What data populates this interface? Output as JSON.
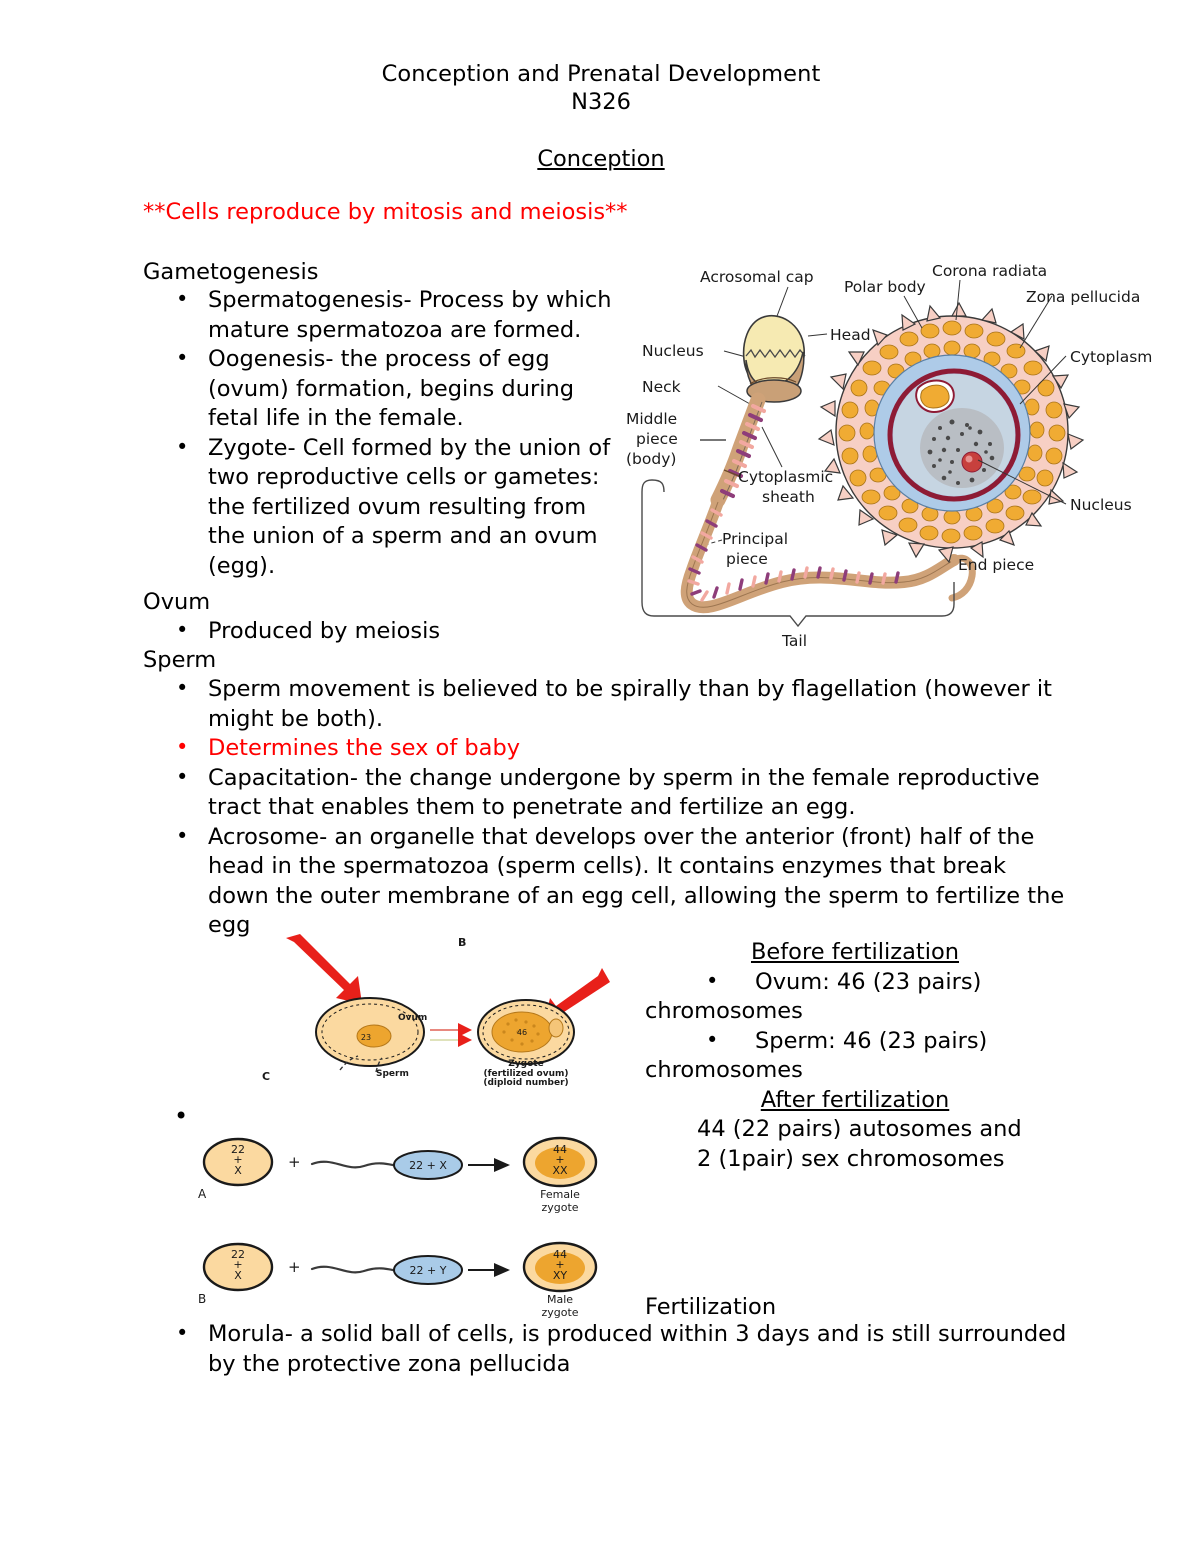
{
  "document": {
    "title": "Conception and Prenatal Development",
    "course_code": "N326",
    "section_heading": "Conception",
    "red_note": "**Cells reproduce by mitosis and meiosis**"
  },
  "gametogenesis": {
    "heading": "Gametogenesis",
    "items": [
      "Spermatogenesis- Process by which mature spermatozoa are formed.",
      "Oogenesis- the process of egg (ovum) formation, begins during fetal life in the female.",
      "Zygote- Cell formed by the union of two reproductive cells or gametes: the fertilized ovum resulting from the union of a sperm and an ovum (egg)."
    ]
  },
  "ovum_section": {
    "heading": "Ovum",
    "items": [
      "Produced by meiosis"
    ]
  },
  "sperm_section": {
    "heading": "Sperm",
    "items": [
      {
        "text": "Sperm movement is believed to be spirally than by flagellation (however it might be both).",
        "color": "#000000"
      },
      {
        "text": "Determines the sex of baby",
        "color": "#ff0000"
      },
      {
        "text": "Capacitation- the change undergone by sperm in the female reproductive tract that enables them to penetrate and fertilize an egg.",
        "color": "#000000"
      },
      {
        "text": "Acrosome- an organelle that develops over the anterior (front) half of the head in the spermatozoa (sperm cells). It contains enzymes that break down the outer membrane of an egg cell, allowing the sperm to fertilize the egg",
        "color": "#000000"
      }
    ]
  },
  "chromosome_counts": {
    "before_heading": "Before fertilization",
    "before_items": [
      "Ovum: 46 (23 pairs)",
      "Sperm: 46 (23 pairs)"
    ],
    "before_item_continuation": "chromosomes",
    "after_heading": "After fertilization",
    "after_lines": [
      "44 (22 pairs) autosomes and",
      "2 (1pair) sex chromosomes"
    ]
  },
  "fertilization_caption": "Fertilization",
  "morula": {
    "bullet": "Morula- a solid ball of cells, is produced within 3 days and is still surrounded by the protective zona pellucida"
  },
  "figure_sperm_ovum": {
    "labels": {
      "acrosomal_cap": "Acrosomal cap",
      "nucleus_sperm": "Nucleus",
      "neck": "Neck",
      "middle_piece": "Middle",
      "middle_piece2": "piece",
      "middle_piece3": "(body)",
      "head": "Head",
      "cytoplasmic_sheath": "Cytoplasmic",
      "cytoplasmic_sheath2": "sheath",
      "principal_piece": "Principal",
      "principal_piece2": "piece",
      "tail": "Tail",
      "end_piece": "End piece",
      "polar_body": "Polar body",
      "corona_radiata": "Corona radiata",
      "zona_pellucida": "Zona pellucida",
      "cytoplasm": "Cytoplasm",
      "nucleus_ovum": "Nucleus"
    },
    "colors": {
      "acrosome": "#f6eab2",
      "head": "#c9a077",
      "tail": "#cfa278",
      "tail_pink": "#f2a8a0",
      "tail_purple": "#8e3d7a",
      "corona": "#f7cfc4",
      "granules": "#f0ab33",
      "zona": "#aecbe8",
      "membrane": "#8e1b35",
      "nucleus": "#b9bec4",
      "nucleolus": "#c7403d"
    }
  },
  "figure_fertilization": {
    "labels": {
      "ovum": "Ovum",
      "sperm": "Sperm",
      "zygote_l1": "Zygote",
      "zygote_l2": "(fertilized ovum)",
      "zygote_l3": "(diploid number)",
      "panel_b": "B",
      "panel_c": "C",
      "ovum_count": "23",
      "zygote_count": "46"
    },
    "colors": {
      "cell": "#fbd9a0",
      "nucleus": "#eda52f",
      "arrow_red": "#e8201a",
      "outline": "#1a1a1a"
    }
  },
  "figure_sex_determination": {
    "rows": [
      {
        "panel": "A",
        "ovum_lines": [
          "22",
          "+",
          "X"
        ],
        "plus": "+",
        "sperm_label": "22 + X",
        "zygote_lines": [
          "44",
          "+",
          "XX"
        ],
        "zygote_caption_l1": "Female",
        "zygote_caption_l2": "zygote"
      },
      {
        "panel": "B",
        "ovum_lines": [
          "22",
          "+",
          "X"
        ],
        "plus": "+",
        "sperm_label": "22 + Y",
        "zygote_lines": [
          "44",
          "+",
          "XY"
        ],
        "zygote_caption_l1": "Male",
        "zygote_caption_l2": "zygote"
      }
    ],
    "colors": {
      "ovum": "#fbd9a0",
      "zygote_inner": "#f3b githubusercontent",
      "sperm_head": "#a9cbe8",
      "outline": "#1a1a1a"
    }
  }
}
